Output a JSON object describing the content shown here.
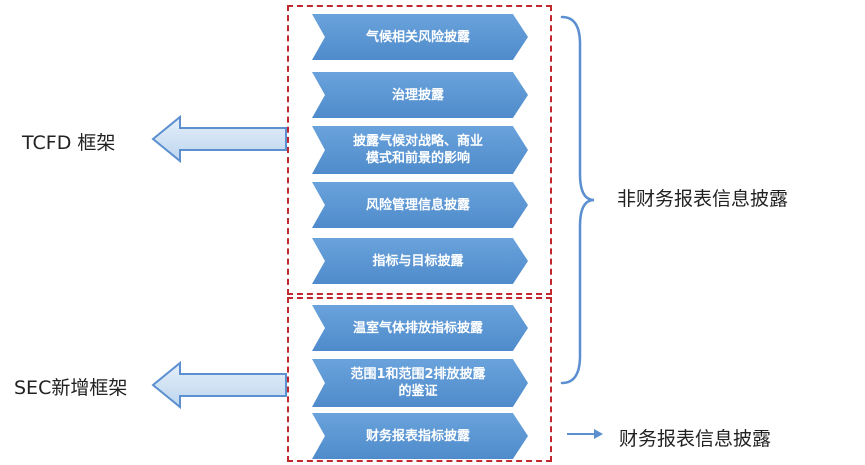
{
  "left_labels": {
    "tcfd": "TCFD 框架",
    "sec": "SEC新增框架"
  },
  "steps": [
    "气候相关风险披露",
    "治理披露",
    "披露气候对战略、商业\n模式和前景的影响",
    "风险管理信息披露",
    "指标与目标披露",
    "温室气体排放指标披露",
    "范围1和范围2排放披露\n的鉴证",
    "财务报表指标披露"
  ],
  "right_labels": {
    "non_financial": "非财务报表信息披露",
    "financial": "财务报表信息披露"
  },
  "colors": {
    "step_fill": "#5b96d3",
    "box_border": "#c0282e",
    "arrow_fill": "#cfe1f3",
    "arrow_stroke": "#5b8fcf"
  }
}
